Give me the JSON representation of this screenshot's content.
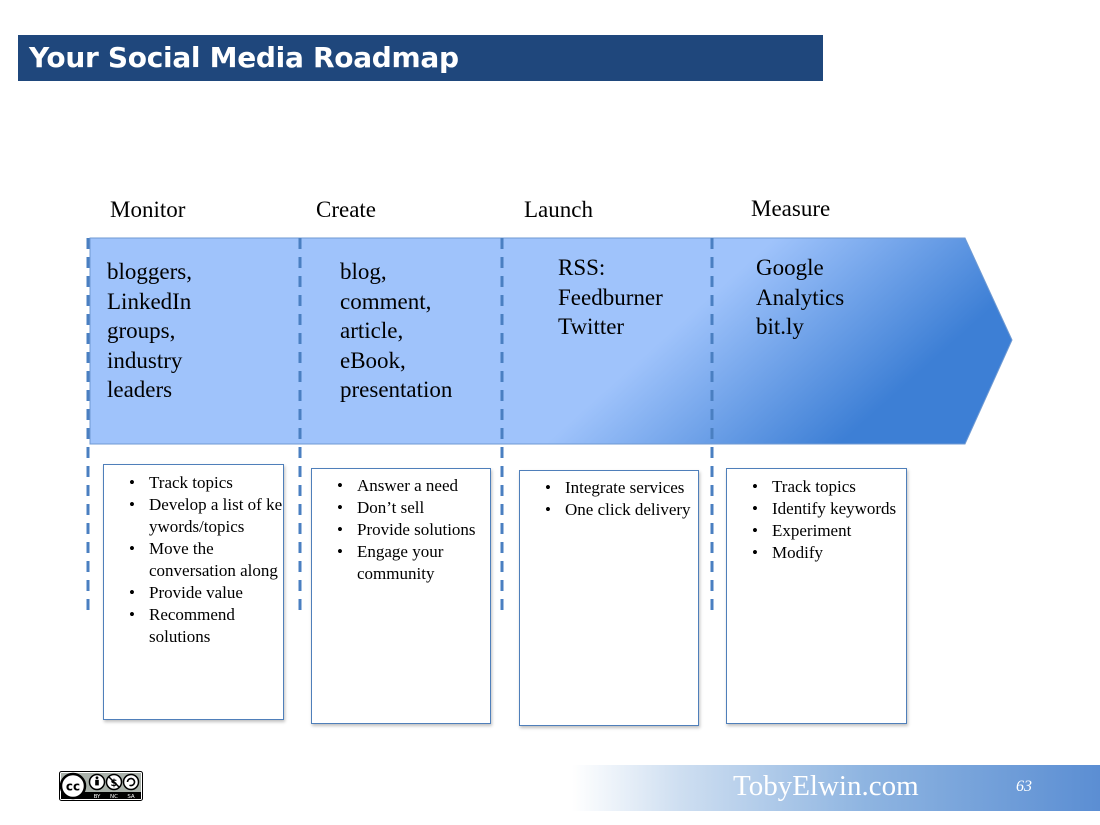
{
  "slide": {
    "title": "Your Social Media Roadmap",
    "page_number": "63",
    "site": "TobyElwin.com",
    "license_labels": [
      "BY",
      "NC",
      "SA"
    ]
  },
  "stages": [
    {
      "title": "Monitor",
      "arrow_lines": [
        "bloggers,",
        "LinkedIn",
        "groups,",
        "industry",
        "leaders"
      ],
      "bullets": [
        "Track topics",
        "Develop a list of keywords/topics",
        "Move the conversation along",
        "Provide value",
        "Recommend solutions"
      ]
    },
    {
      "title": "Create",
      "arrow_lines": [
        "blog,",
        "comment,",
        "article,",
        "eBook,",
        "presentation"
      ],
      "bullets": [
        "Answer a need",
        "Don’t sell",
        "Provide solutions",
        "Engage your community"
      ]
    },
    {
      "title": "Launch",
      "arrow_lines": [
        "RSS:",
        "Feedburner",
        "Twitter"
      ],
      "bullets": [
        "Integrate services",
        "One click delivery"
      ]
    },
    {
      "title": "Measure",
      "arrow_lines": [
        "Google",
        "Analytics",
        "bit.ly"
      ],
      "bullets": [
        "Track topics",
        "Identify keywords",
        "Experiment",
        "Modify"
      ]
    }
  ],
  "colors": {
    "title_bar": "#1f477c",
    "arrow_light": "#9fc3fb",
    "arrow_dark": "#3d7fd5",
    "divider": "#4a7fc1",
    "box_border": "#4f7fba"
  }
}
